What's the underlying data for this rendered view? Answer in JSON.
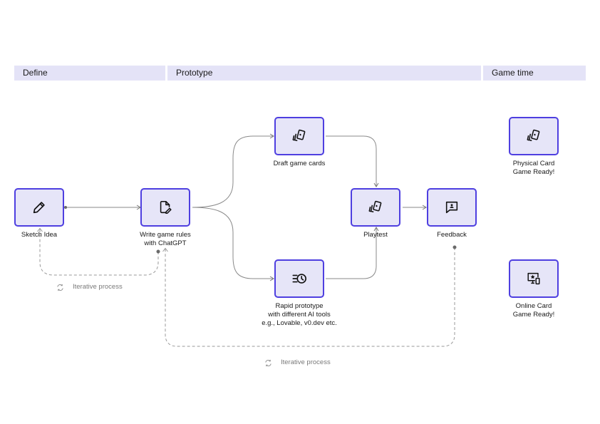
{
  "phases": {
    "define": "Define",
    "prototype": "Prototype",
    "game_time": "Game time"
  },
  "nodes": {
    "sketch": {
      "label": "Sketch Idea",
      "icon": "pencil-icon"
    },
    "rules": {
      "label_line1": "Write game rules",
      "label_line2": "with ChatGPT",
      "icon": "document-edit-icon"
    },
    "draft_cards": {
      "label": "Draft game cards",
      "icon": "cards-icon"
    },
    "rapid": {
      "label_line1": "Rapid prototype",
      "label_line2": "with different AI tools",
      "label_line3": "e.g., Lovable, v0.dev etc.",
      "icon": "list-clock-icon"
    },
    "playtest": {
      "label": "Playtest",
      "icon": "cards-icon"
    },
    "feedback": {
      "label": "Feedback",
      "icon": "chat-person-icon"
    },
    "physical": {
      "label_line1": "Physical Card",
      "label_line2": "Game Ready!",
      "icon": "cards-icon"
    },
    "online": {
      "label_line1": "Online Card",
      "label_line2": "Game Ready!",
      "icon": "monitor-devices-icon"
    }
  },
  "iterations": {
    "short": "Iterative process",
    "long": "Iterative process"
  },
  "colors": {
    "phase_bg": "#e4e3f7",
    "node_fill": "#e6e5f8",
    "node_border": "#4e3fe0",
    "connector": "#8a8a8a",
    "loop": "#9a9a9a"
  }
}
